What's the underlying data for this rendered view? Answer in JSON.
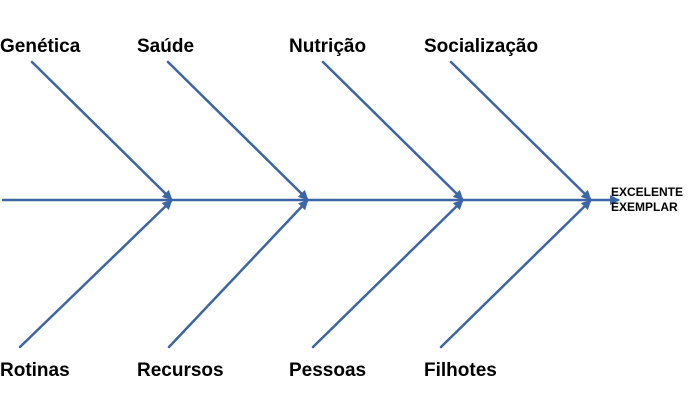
{
  "diagram": {
    "effect": [
      "EXCELENTE",
      "EXEMPLAR"
    ],
    "top_causes": [
      "Genética",
      "Saúde",
      "Nutrição",
      "Socialização"
    ],
    "bottom_causes": [
      "Rotinas",
      "Recursos",
      "Pessoas",
      "Filhotes"
    ],
    "line_color": "#3C65A6"
  }
}
